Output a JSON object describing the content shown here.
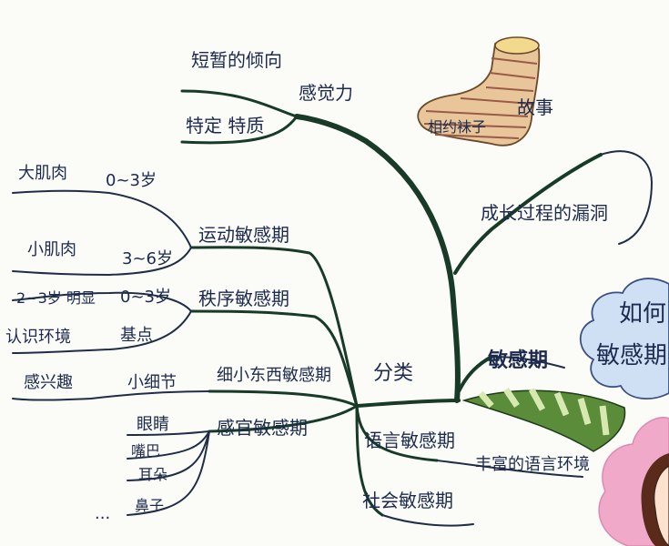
{
  "center": "分类",
  "central_word": "敏感期",
  "cloud_text": [
    "如何",
    "敏感期"
  ],
  "story": {
    "label": "故事",
    "sock_label": "相约袜子",
    "note": "成长过程的漏洞"
  },
  "branches": {
    "perception": {
      "label": "感觉力",
      "items": [
        "短暂的倾向",
        "特定 特质"
      ]
    },
    "motor": {
      "label": "运动敏感期",
      "items": [
        {
          "name": "大肌肉",
          "age": "0~3岁"
        },
        {
          "name": "小肌肉",
          "age": "3~6岁"
        }
      ]
    },
    "order": {
      "label": "秩序敏感期",
      "items": [
        {
          "name": "2~3岁 明显",
          "age": "0~3岁"
        },
        {
          "name": "认识环境",
          "age": "基点"
        }
      ]
    },
    "small_things": {
      "label": "细小东西敏感期",
      "items": [
        "感兴趣",
        "小细节"
      ]
    },
    "senses": {
      "label": "感官敏感期",
      "items": [
        "眼睛",
        "嘴巴",
        "耳朵",
        "鼻子"
      ],
      "ellipsis": "..."
    },
    "language": {
      "label": "语言敏感期",
      "items": [
        "丰富的语言环境"
      ]
    },
    "social": {
      "label": "社会敏感期"
    }
  },
  "colors": {
    "branch": "#173b26",
    "ink": "#1c2a4e",
    "stripe": "#5a8c3a",
    "cloud": "#cfe0f5",
    "pink": "#f0a9c8",
    "sock": "#e9c69a"
  }
}
